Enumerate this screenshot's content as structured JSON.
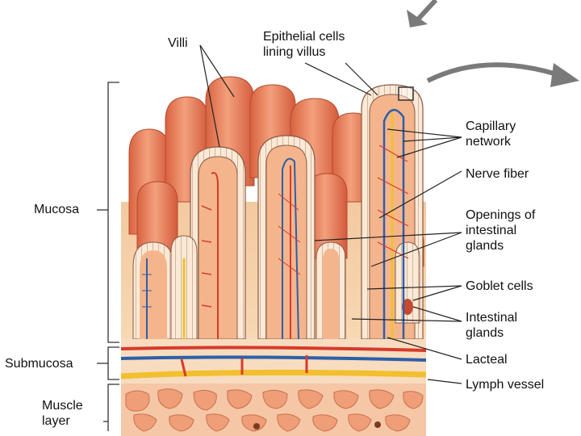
{
  "labels": {
    "villi": "Villi",
    "epithelial": [
      "Epithelial cells",
      "lining villus"
    ],
    "capillary": [
      "Capillary",
      "network"
    ],
    "nerve": "Nerve fiber",
    "openings": [
      "Openings of",
      "intestinal",
      "glands"
    ],
    "goblet": "Goblet cells",
    "intestinal_glands": [
      "Intestinal",
      "glands"
    ],
    "lacteal": "Lacteal",
    "lymph": "Lymph vessel",
    "mucosa": "Mucosa",
    "submucosa": "Submucosa",
    "muscle": [
      "Muscle",
      "layer"
    ]
  },
  "colors": {
    "villus_fill": "#e8835f",
    "villus_dark": "#c9573a",
    "epithelium": "#fbe7d2",
    "background_tissue": "#f6cfa2",
    "artery": "#d63b2a",
    "vein": "#2e5fa8",
    "lymph": "#f2c02e",
    "muscle": "#f0a37e",
    "leader": "#222222",
    "arrow": "#7a7a7a"
  },
  "icons": [
    "curved-arrow-icon",
    "pointer-arrow-icon"
  ]
}
